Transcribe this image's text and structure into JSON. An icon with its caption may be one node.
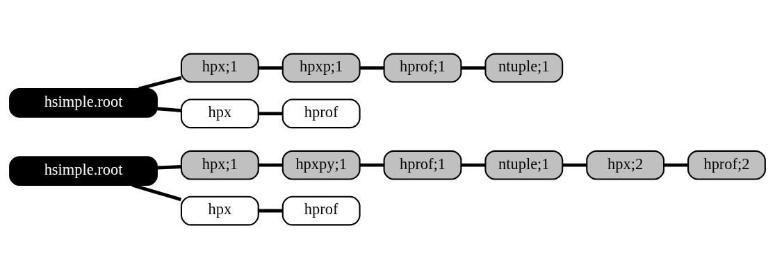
{
  "diagram": {
    "nodes": [
      {
        "text": [
          "hsimple.root"
        ]
      },
      {
        "text": [
          "hpx;1"
        ]
      },
      {
        "text": [
          "hpxp;1"
        ]
      },
      {
        "text": [
          "hprof;1"
        ]
      },
      {
        "text": [
          "ntuple;1"
        ]
      },
      {
        "text": [
          "hpx"
        ]
      },
      {
        "text": [
          "hprof"
        ]
      },
      {
        "text": [
          "hsimple.root"
        ]
      },
      {
        "text": [
          "hpx;1"
        ]
      },
      {
        "text": [
          "hpxpy;1"
        ]
      },
      {
        "text": [
          "hprof;1"
        ]
      },
      {
        "text": [
          "ntuple;1"
        ]
      },
      {
        "text": [
          "hpx;2"
        ]
      },
      {
        "text": [
          "hprof;2"
        ]
      },
      {
        "text": [
          "hpx"
        ]
      },
      {
        "text": [
          "hprof"
        ]
      }
    ],
    "edges": [
      {
        "from": 0,
        "to": 1,
        "arrow": "none"
      },
      {
        "from": 1,
        "to": 2,
        "arrow": "none"
      },
      {
        "from": 2,
        "to": 3,
        "arrow": "none"
      },
      {
        "from": 3,
        "to": 4,
        "arrow": "none"
      },
      {
        "from": 0,
        "to": 5,
        "arrow": "none"
      },
      {
        "from": 5,
        "to": 6,
        "arrow": "none"
      },
      {
        "from": 7,
        "to": 8,
        "arrow": "none"
      },
      {
        "from": 8,
        "to": 9,
        "arrow": "none"
      },
      {
        "from": 9,
        "to": 10,
        "arrow": "none"
      },
      {
        "from": 10,
        "to": 11,
        "arrow": "none"
      },
      {
        "from": 11,
        "to": 12,
        "arrow": "none"
      },
      {
        "from": 12,
        "to": 13,
        "arrow": "none"
      },
      {
        "from": 7,
        "to": 14,
        "arrow": "none"
      },
      {
        "from": 14,
        "to": 15,
        "arrow": "none"
      }
    ]
  }
}
